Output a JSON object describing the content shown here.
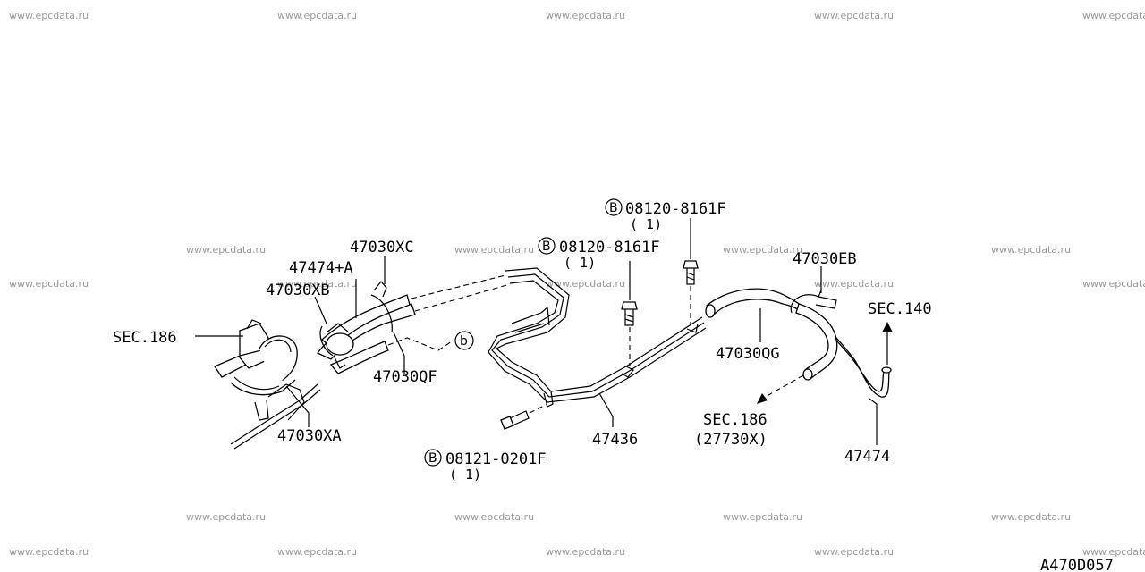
{
  "watermark": "www.epcdata.ru",
  "diagram_code": "A470D057",
  "labels": {
    "sec186_left": "SEC.186",
    "p47030XB": "47030XB",
    "p47474A": "47474+A",
    "p47030XC": "47030XC",
    "p47030QF": "47030QF",
    "p47030XA": "47030XA",
    "ref_b": "b",
    "bolt1_code": "08120-8161F",
    "bolt1_qty": "( 1)",
    "bolt2_code": "08120-8161F",
    "bolt2_qty": "( 1)",
    "bolt3_code": "08121-0201F",
    "bolt3_qty": "( 1)",
    "bolt_mark": "B",
    "p47436": "47436",
    "p47030EB": "47030EB",
    "p47030QG": "47030QG",
    "sec140": "SEC.140",
    "sec186_right": "SEC.186",
    "sec186_right_sub": "(27730X)",
    "p47474": "47474"
  }
}
